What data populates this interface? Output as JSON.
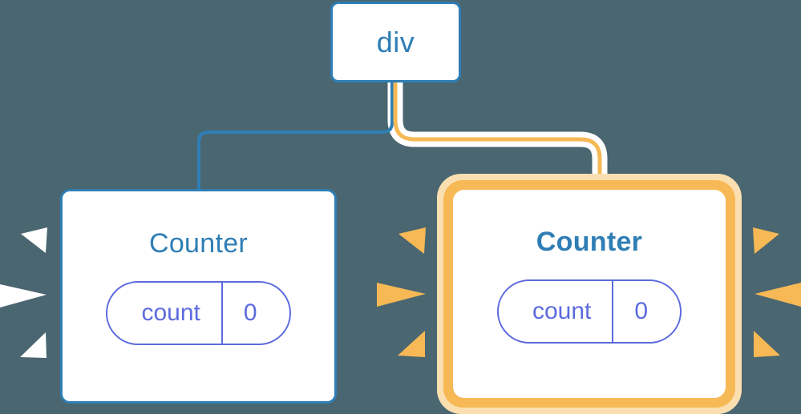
{
  "diagram": {
    "title": "component re-render highlight diagram",
    "background_color": "#4a6670"
  },
  "nodes": {
    "root": {
      "label": "div",
      "border_color": "#2f7eb5",
      "text_color": "#2f7eb5"
    },
    "counter_left": {
      "title": "Counter",
      "state_key": "count",
      "state_value": "0",
      "border_color": "#2f7eb5",
      "title_color": "#2f7eb5",
      "pill_color": "#5c6bdd",
      "highlighted": "false"
    },
    "counter_right": {
      "title": "Counter",
      "state_key": "count",
      "state_value": "0",
      "border_color": "#f7b955",
      "halo_color": "#fbdfb0",
      "title_color": "#2f7eb5",
      "pill_color": "#5c6bdd",
      "highlighted": "true"
    }
  },
  "edges": {
    "left_edge": {
      "from": "div",
      "to": "Counter (left)",
      "color": "#2f7eb5",
      "style": "orthogonal"
    },
    "right_edge": {
      "from": "div",
      "to": "Counter (right)",
      "color": "#f7b955",
      "glow_color": "#ffffff",
      "style": "orthogonal-highlighted"
    }
  },
  "bursts": {
    "left_box": {
      "color": "#ffffff",
      "ray_count": "3",
      "side": "left"
    },
    "right_box_left_side": {
      "color": "#f7b955",
      "ray_count": "3",
      "side": "left"
    },
    "right_box_right_side": {
      "color": "#f7b955",
      "ray_count": "3",
      "side": "right"
    }
  }
}
